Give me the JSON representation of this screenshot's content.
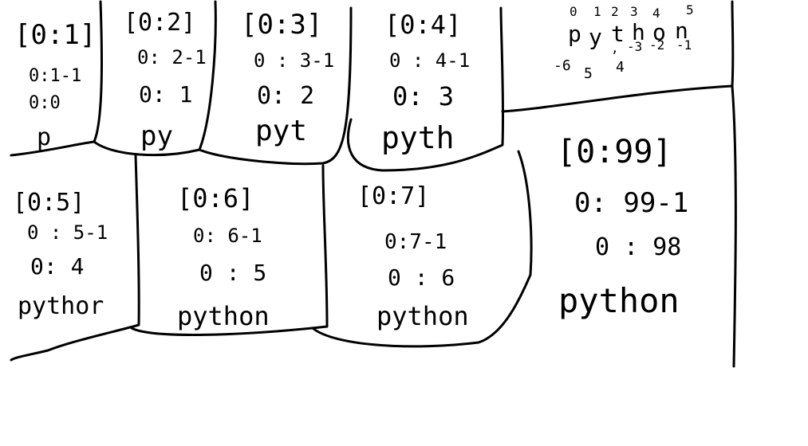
{
  "colors": {
    "ink": "#000000",
    "paper": "#ffffff"
  },
  "cells": [
    {
      "slice": "[0:1]",
      "minus": "0:1-1",
      "result": "0:0",
      "output": "p"
    },
    {
      "slice": "[0:2]",
      "minus": "0: 2-1",
      "result": "0: 1",
      "output": "py"
    },
    {
      "slice": "[0:3]",
      "minus": "0 : 3-1",
      "result": "0: 2",
      "output": "pyt"
    },
    {
      "slice": "[0:4]",
      "minus": "0 : 4-1",
      "result": "0: 3",
      "output": "pyth"
    },
    {
      "slice": "[0:5]",
      "minus": "0 : 5-1",
      "result": "0: 4",
      "output": "pythor"
    },
    {
      "slice": "[0:6]",
      "minus": "0: 6-1",
      "result": "0 : 5",
      "output": "python"
    },
    {
      "slice": "[0:7]",
      "minus": "0:7-1",
      "result": "0 : 6",
      "output": "python"
    },
    {
      "slice": "[0:99]",
      "minus": "0: 99-1",
      "result": "0 : 98",
      "output": "python"
    }
  ],
  "index_diagram": {
    "positive": [
      "0",
      "1",
      "2",
      "3",
      "4",
      "5"
    ],
    "word": [
      "p",
      "y",
      "t",
      "h",
      "o",
      "n"
    ],
    "negative_row1": [
      ",",
      "-3",
      "-2",
      "-1"
    ],
    "negative_row2": [
      "-6",
      "5",
      "4"
    ]
  }
}
